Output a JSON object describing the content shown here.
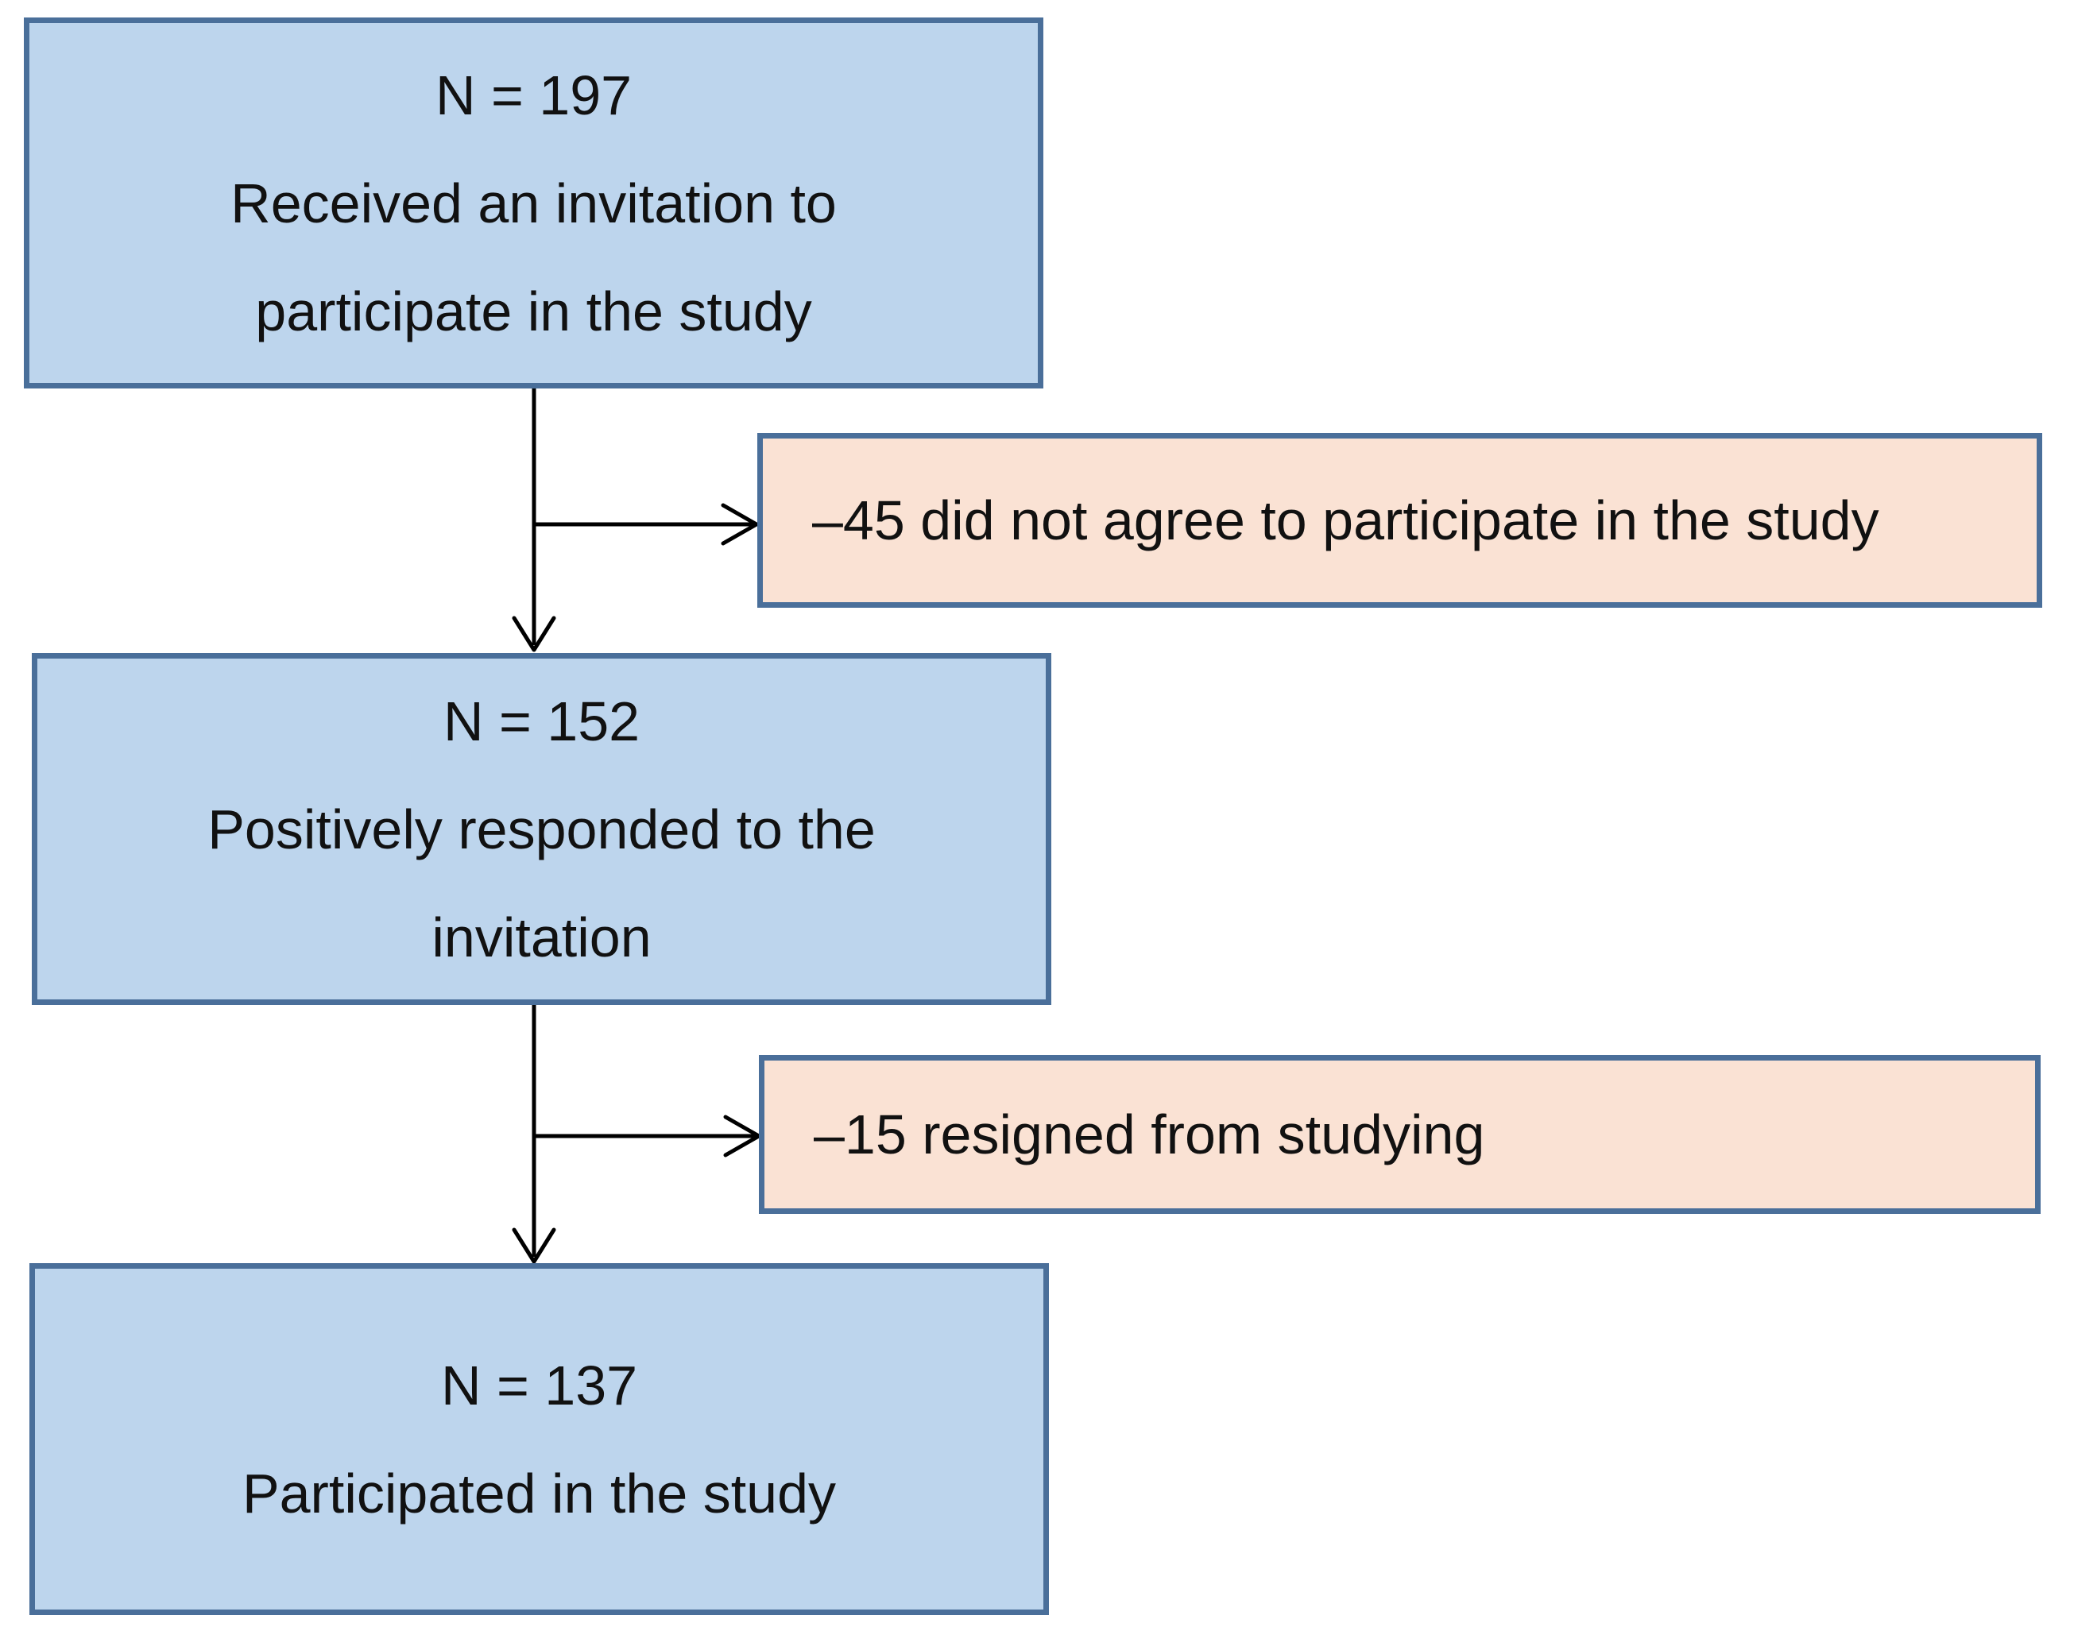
{
  "boxes": [
    {
      "id": "received",
      "lines": [
        "N = 197",
        "Received an invitation to",
        "participate in the study"
      ]
    },
    {
      "id": "responded",
      "lines": [
        "N = 152",
        "Positively responded to the",
        "invitation"
      ]
    },
    {
      "id": "participated",
      "lines": [
        "N = 137",
        "Participated in the study"
      ]
    }
  ],
  "exclusions": [
    {
      "id": "declined",
      "text": "–45 did not agree to participate in the study"
    },
    {
      "id": "resigned",
      "text": "–15 resigned from studying"
    }
  ],
  "colors": {
    "main_box_fill": "#bdd5ed",
    "side_box_fill": "#fae2d4",
    "border": "#4a6f9a",
    "arrow": "#000000"
  }
}
